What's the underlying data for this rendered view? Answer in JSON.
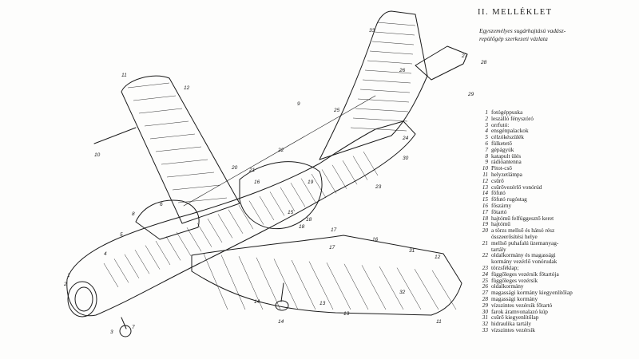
{
  "legend": {
    "title": "II. MELLÉKLET",
    "subtitle_lines": [
      "Egyszemélyes sugárhajtású vadász-",
      "repülőgép szerkezeti vázlata"
    ],
    "items": [
      {
        "num": "1",
        "text": "fotógéppuska"
      },
      {
        "num": "2",
        "text": "leszálló fényszóró"
      },
      {
        "num": "3",
        "text": "orrfutó:"
      },
      {
        "num": "4",
        "text": "ensgénpalackok"
      },
      {
        "num": "5",
        "text": "célzókészülék"
      },
      {
        "num": "6",
        "text": "fülketető"
      },
      {
        "num": "7",
        "text": "gépágyúk"
      },
      {
        "num": "8",
        "text": "katapult ülés"
      },
      {
        "num": "9",
        "text": "rádióantenna"
      },
      {
        "num": "10",
        "text": "Pitot-cső"
      },
      {
        "num": "11",
        "text": "helyzetlámpa"
      },
      {
        "num": "12",
        "text": "csűrő"
      },
      {
        "num": "13",
        "text": "csűrővezérlő vonórúd"
      },
      {
        "num": "14",
        "text": "főfutó"
      },
      {
        "num": "15",
        "text": "főfutó rugóstag"
      },
      {
        "num": "16",
        "text": "főszárny"
      },
      {
        "num": "17",
        "text": "főtartó"
      },
      {
        "num": "18",
        "text": "hajtómű felfüggesztő keret"
      },
      {
        "num": "19",
        "text": "hajtómű"
      },
      {
        "num": "20",
        "text": "a törzs mellső és hátsó rész"
      },
      {
        "num": "",
        "text": "összeerősítési helye"
      },
      {
        "num": "21",
        "text": "mellső puhafalú üzemanyag-"
      },
      {
        "num": "",
        "text": "tartály"
      },
      {
        "num": "22",
        "text": "oldalkormány és magassági"
      },
      {
        "num": "",
        "text": "kormány vezérlő vonórudak"
      },
      {
        "num": "23",
        "text": "törzsféklap;"
      },
      {
        "num": "24",
        "text": "függőleges vezérsík főtartója"
      },
      {
        "num": "25",
        "text": "függőleges vezérsík"
      },
      {
        "num": "26",
        "text": "oldalkormány"
      },
      {
        "num": "27",
        "text": "magassági kormány kiegyenlítőlap"
      },
      {
        "num": "28",
        "text": "magassági kormány"
      },
      {
        "num": "29",
        "text": "vízszintes vezérsík főtartó"
      },
      {
        "num": "30",
        "text": "farok áramvonalazó kúp"
      },
      {
        "num": "31",
        "text": "csűrő kiegyenlítőlap"
      },
      {
        "num": "32",
        "text": "hidraulika tartály"
      },
      {
        "num": "33",
        "text": "vízszintes vezérsík"
      }
    ]
  },
  "callouts": [
    {
      "text": "1"
    },
    {
      "text": "2"
    },
    {
      "text": "3"
    },
    {
      "text": "4"
    },
    {
      "text": "5"
    },
    {
      "text": "6"
    },
    {
      "text": "7"
    },
    {
      "text": "8"
    },
    {
      "text": "9"
    },
    {
      "text": "10"
    },
    {
      "text": "11"
    },
    {
      "text": "12"
    },
    {
      "text": "13"
    },
    {
      "text": "14"
    },
    {
      "text": "15"
    },
    {
      "text": "16"
    },
    {
      "text": "17"
    },
    {
      "text": "18"
    },
    {
      "text": "19"
    },
    {
      "text": "20"
    },
    {
      "text": "21"
    },
    {
      "text": "22"
    },
    {
      "text": "23"
    },
    {
      "text": "24"
    },
    {
      "text": "25"
    },
    {
      "text": "26"
    },
    {
      "text": "27"
    },
    {
      "text": "28"
    },
    {
      "text": "29"
    },
    {
      "text": "30"
    },
    {
      "text": "31"
    },
    {
      "text": "32"
    },
    {
      "text": "33"
    },
    {
      "text": "11"
    },
    {
      "text": "12"
    },
    {
      "text": "13"
    },
    {
      "text": "14"
    },
    {
      "text": "16"
    },
    {
      "text": "17"
    },
    {
      "text": "18"
    }
  ],
  "colors": {
    "ink": "#1b1b1b",
    "paper": "#fdfdfc"
  }
}
